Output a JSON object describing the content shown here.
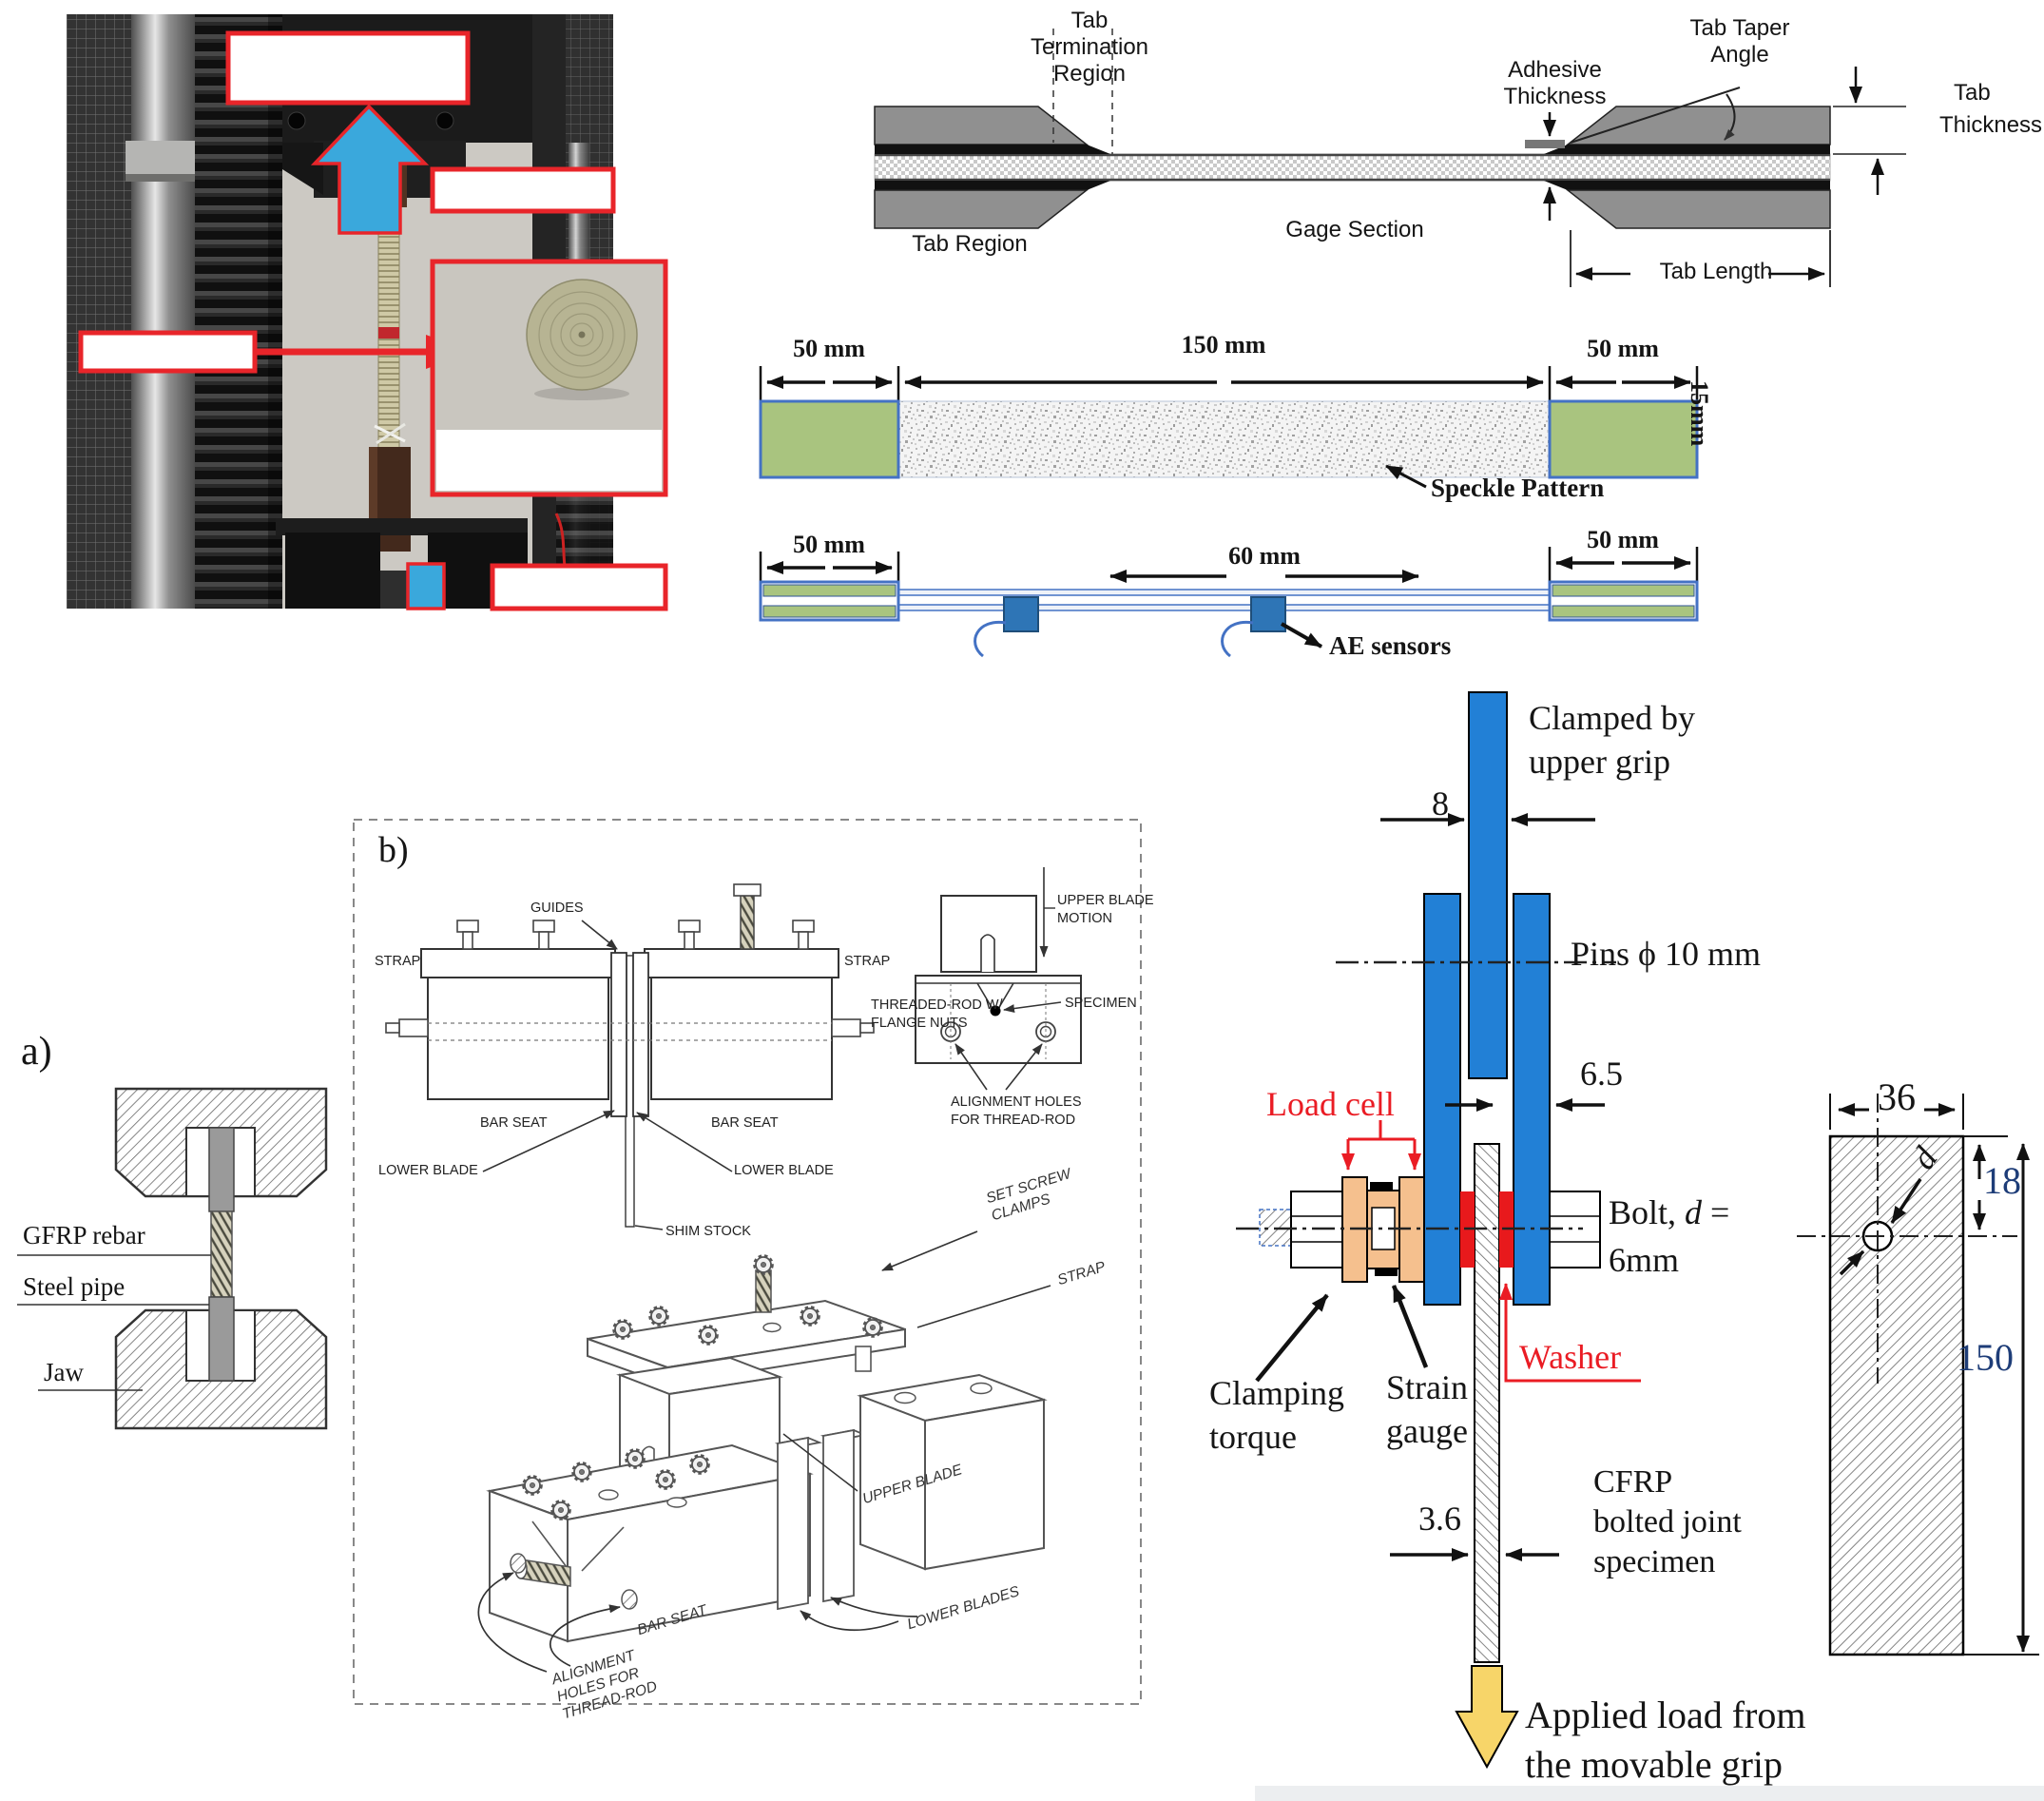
{
  "tab_diagram": {
    "termination": [
      "Tab",
      "Termination",
      "Region"
    ],
    "adhesive": [
      "Adhesive",
      "Thickness"
    ],
    "taper": [
      "Tab Taper",
      "Angle"
    ],
    "thickness": [
      "Tab",
      "Thickness"
    ],
    "tab_region": "Tab Region",
    "gage_section": "Gage Section",
    "tab_length": "Tab Length"
  },
  "dic_specimen": {
    "dim_left": "50 mm",
    "dim_mid": "150 mm",
    "dim_right": "50 mm",
    "height": "15mm",
    "speckle_label": "Speckle Pattern"
  },
  "ae_specimen": {
    "dim_left": "50 mm",
    "dim_mid": "60 mm",
    "dim_right": "50 mm",
    "sensors_label": "AE sensors"
  },
  "panel_a": {
    "tag": "a)",
    "rebar": "GFRP rebar",
    "pipe": "Steel pipe",
    "jaw": "Jaw"
  },
  "panel_b": {
    "tag": "b)",
    "front_view": {
      "guides": "GUIDES",
      "strap_left": "STRAP",
      "strap_right": "STRAP",
      "threaded_rod": [
        "THREADED-ROD W/",
        "FLANGE NUTS"
      ],
      "bar_seat_left": "BAR SEAT",
      "bar_seat_right": "BAR SEAT",
      "lower_blade_left": "LOWER BLADE",
      "lower_blade_right": "LOWER BLADE",
      "shim_stock": "SHIM STOCK"
    },
    "end_view": {
      "upper_blade_motion": [
        "UPPER BLADE",
        "MOTION"
      ],
      "specimen": "SPECIMEN",
      "alignment_holes": [
        "ALIGNMENT HOLES",
        "FOR THREAD-ROD"
      ]
    },
    "iso_view": {
      "set_screw_clamps": [
        "SET SCREW",
        "CLAMPS"
      ],
      "strap": "STRAP",
      "upper_blade": "UPPER BLADE",
      "bar_seat": "BAR SEAT",
      "lower_blades": "LOWER BLADES",
      "alignment_holes": [
        "ALIGNMENT",
        "HOLES FOR",
        "THREAD-ROD"
      ]
    }
  },
  "bolted_joint": {
    "clamped": [
      "Clamped by",
      "upper grip"
    ],
    "width_dim": "8",
    "pins": "Pins ϕ 10 mm",
    "gap_dim": "6.5",
    "load_cell": "Load cell",
    "bolt": {
      "pre": "Bolt, ",
      "d": "d",
      "eq": " =",
      "value": "6mm"
    },
    "washer": "Washer",
    "clamping": [
      "Clamping",
      "torque"
    ],
    "strain": [
      "Strain",
      "gauge"
    ],
    "specimen": [
      "CFRP",
      "bolted joint",
      "specimen"
    ],
    "thickness_dim": "3.6",
    "applied": [
      "Applied load from",
      "the movable grip"
    ],
    "front_view": {
      "width": "36",
      "edge": "18",
      "length": "150",
      "hole": "d"
    }
  },
  "colors": {
    "grip_blue": "#2280d6",
    "photo_arrow_blue": "#3aa8dc",
    "tab_green": "#a9c47f",
    "annotation_red": "#ea1c24",
    "load_cell_tan": "#f5c08e",
    "applied_load_yellow": "#f7d569",
    "dim_navy": "#1e3d78"
  }
}
